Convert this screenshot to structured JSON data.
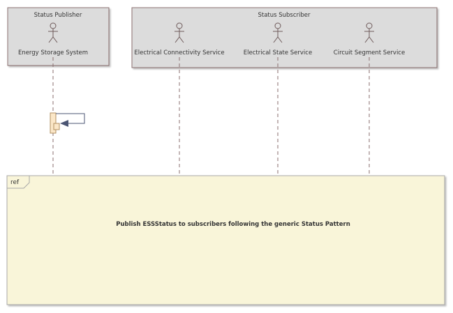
{
  "packages": {
    "publisher": {
      "title": "Status Publisher",
      "actors": [
        "Energy Storage System"
      ]
    },
    "subscriber": {
      "title": "Status Subscriber",
      "actors": [
        "Electrical Connectivity Service",
        "Electrical State Service",
        "Circuit Segment Service"
      ]
    }
  },
  "interaction_ref": {
    "tag": "ref",
    "text": "Publish ESSStatus to subscribers following the generic Status Pattern"
  },
  "colors": {
    "package_fill": "#dcdcdc",
    "package_border": "#8a6e6e",
    "ref_fill": "#f9f5d9",
    "ref_border": "#a8a8a8",
    "activation_fill": "#fbe7c8",
    "activation_border": "#b08f60",
    "lifeline": "#8a6e6e",
    "message_arrow": "#4b5573"
  }
}
